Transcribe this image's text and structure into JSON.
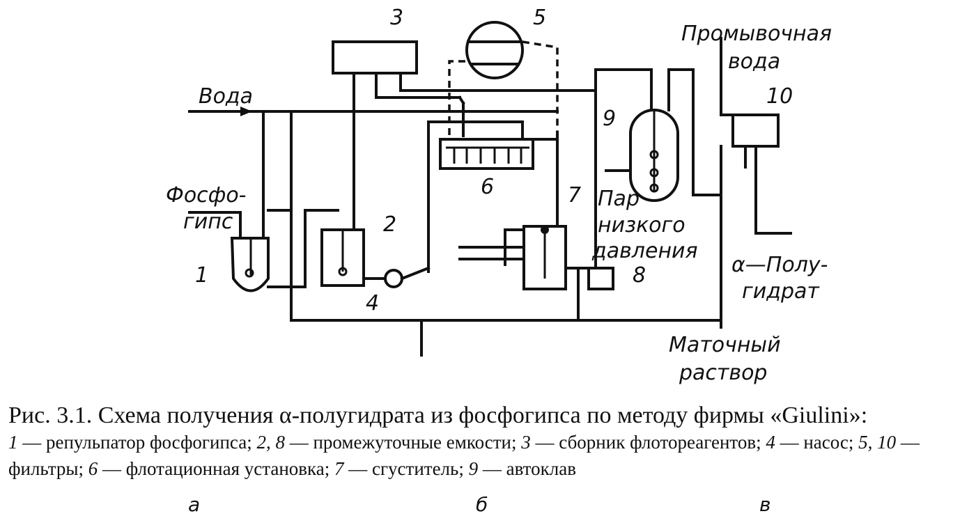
{
  "labels": {
    "water": "Вода",
    "phosphogypsum_1": "Фосфо-",
    "phosphogypsum_2": "гипс",
    "wash_water_1": "Промывочная",
    "wash_water_2": "вода",
    "steam_1": "Пар",
    "steam_2": "низкого",
    "steam_3": "давления",
    "product_1": "α—Полу-",
    "product_2": "гидрат",
    "mother_1": "Маточный",
    "mother_2": "раствор"
  },
  "numbers": [
    "1",
    "2",
    "3",
    "4",
    "5",
    "6",
    "7",
    "8",
    "9",
    "10"
  ],
  "caption": {
    "title": "Рис. 3.1. Схема получения α-полугидрата из фосфогипса по методу фирмы «Giulini»:",
    "legend": [
      {
        "num": "1",
        "text": " — репульпатор фосфогипса; "
      },
      {
        "num": "2, 8",
        "text": " — промежуточные емкости; "
      },
      {
        "num": "3",
        "text": " — сборник флотореагентов; "
      },
      {
        "num": "4",
        "text": " — насос; "
      },
      {
        "num": "5, 10",
        "text": " — фильтры; "
      },
      {
        "num": "6",
        "text": " — флотационная установка; "
      },
      {
        "num": "7",
        "text": " — сгуститель; "
      },
      {
        "num": "9",
        "text": " — автоклав"
      }
    ]
  },
  "bottom_letters": [
    "а",
    "б",
    "в"
  ]
}
